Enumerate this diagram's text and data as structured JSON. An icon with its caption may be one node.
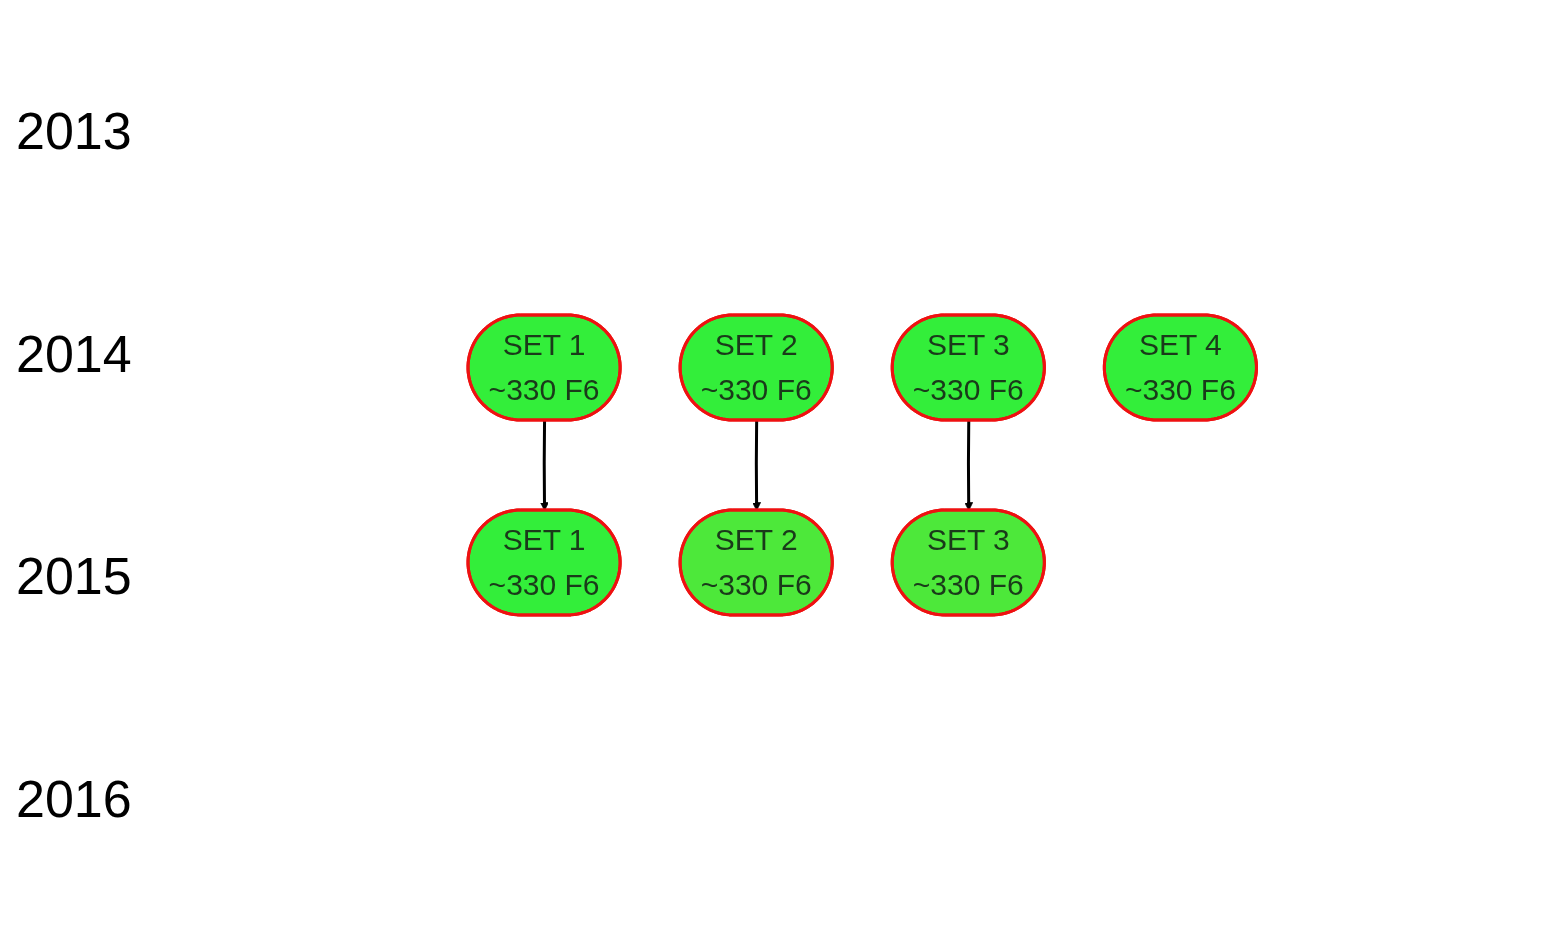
{
  "diagram": {
    "nodes": [
      {
        "text": [
          "SET 1",
          "~330 F6"
        ]
      },
      {
        "text": [
          "SET 1",
          "~330 F6"
        ]
      },
      {
        "text": [
          "SET 2",
          "~330 F6"
        ]
      },
      {
        "text": [
          "SET 2",
          "~330 F6"
        ]
      },
      {
        "text": [
          "SET 3",
          "~330 F6"
        ]
      },
      {
        "text": [
          "SET 3",
          "~330 F6"
        ]
      },
      {
        "text": [
          "SET 4",
          "~330 F6"
        ]
      }
    ],
    "edges": [
      {
        "from": 0,
        "to": 1,
        "arrow": "to"
      },
      {
        "from": 2,
        "to": 3,
        "arrow": "to"
      },
      {
        "from": 4,
        "to": 5,
        "arrow": "to"
      }
    ],
    "labels": [
      "2013",
      "2014",
      "2015",
      "2016"
    ]
  }
}
